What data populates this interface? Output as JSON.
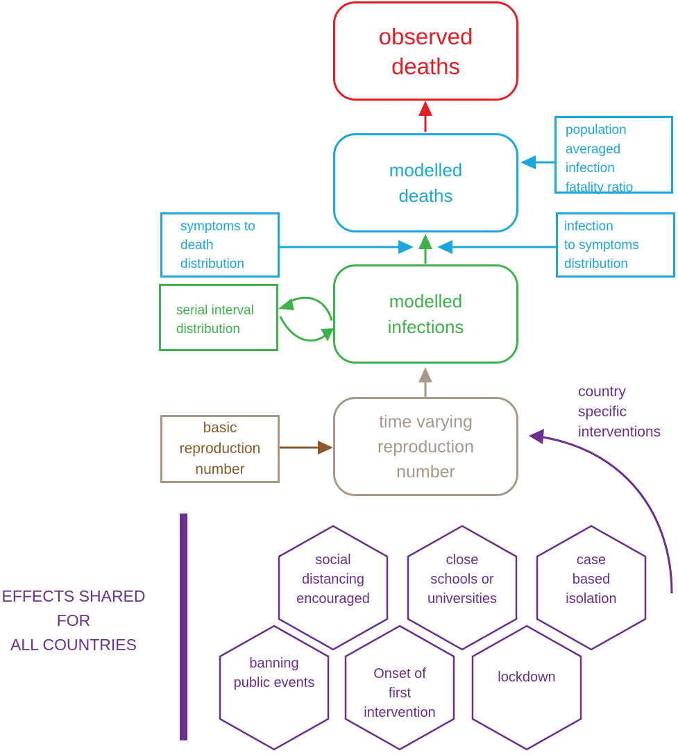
{
  "colors": {
    "red": "#e31e24",
    "blue": "#1ba6e0",
    "green": "#3bb34a",
    "taupe": "#a8988a",
    "brown": "#8b5a2b",
    "purple": "#6b2e91"
  },
  "nodes": {
    "observed_deaths": [
      "observed",
      "deaths"
    ],
    "modelled_deaths": [
      "modelled",
      "deaths"
    ],
    "modelled_infections": [
      "modelled",
      "infections"
    ],
    "time_varying_reproduction_number": [
      "time varying",
      "reproduction",
      "number"
    ],
    "population_ifr": [
      "population",
      "averaged",
      "infection",
      "fatality ratio"
    ],
    "symptoms_to_death": [
      "symptoms to",
      "death",
      "distribution"
    ],
    "infection_to_symptoms": [
      "infection",
      "to symptoms",
      "distribution"
    ],
    "serial_interval": [
      "serial interval",
      "distribution"
    ],
    "basic_reproduction_number": [
      "basic",
      "reproduction",
      "number"
    ],
    "country_specific_interventions": [
      "country",
      "specific",
      "interventions"
    ]
  },
  "shared_effects_label": [
    "EFFECTS SHARED",
    "FOR",
    "ALL COUNTRIES"
  ],
  "interventions": [
    [
      "social",
      "distancing",
      "encouraged"
    ],
    [
      "close",
      "schools or",
      "universities"
    ],
    [
      "case",
      "based",
      "isolation"
    ],
    [
      "banning",
      "public events"
    ],
    [
      "Onset of",
      "first",
      "intervention"
    ],
    [
      "lockdown"
    ]
  ]
}
